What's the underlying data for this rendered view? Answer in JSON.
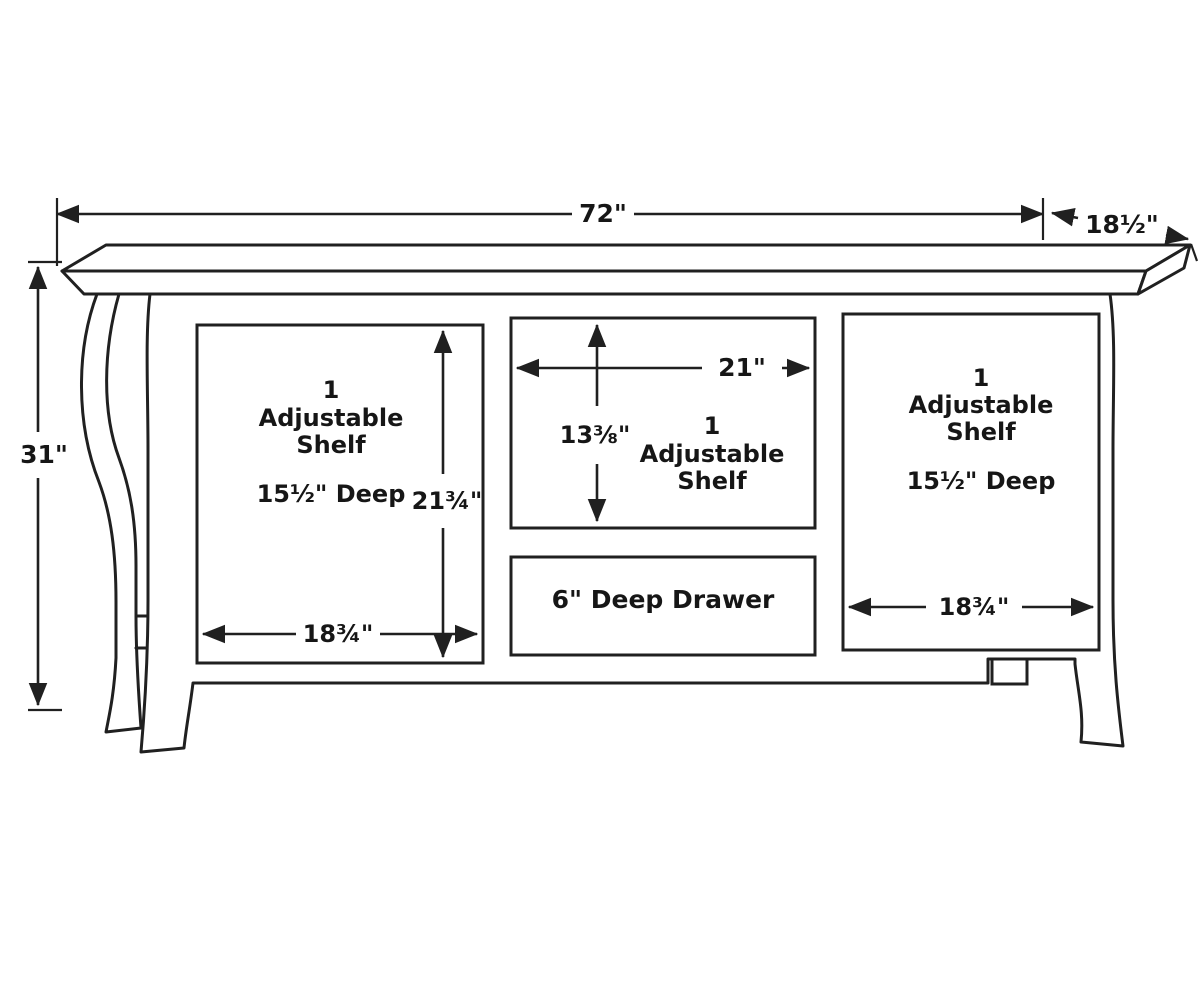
{
  "diagram": {
    "overall": {
      "width": "72\"",
      "depth": "18½\"",
      "height": "31\""
    },
    "left_section": {
      "count": "1",
      "label_line1": "Adjustable",
      "label_line2": "Shelf",
      "depth": "15½\" Deep",
      "opening_height": "21¾\"",
      "opening_width": "18¾\""
    },
    "center_section": {
      "count": "1",
      "label_line1": "Adjustable",
      "label_line2": "Shelf",
      "opening_width": "21\"",
      "opening_height": "13⅜\""
    },
    "drawer": {
      "label": "6\" Deep Drawer"
    },
    "right_section": {
      "count": "1",
      "label_line1": "Adjustable",
      "label_line2": "Shelf",
      "depth": "15½\" Deep",
      "opening_width": "18¾\""
    },
    "colors": {
      "line": "#202020",
      "text": "#161616",
      "background": "#ffffff"
    }
  }
}
